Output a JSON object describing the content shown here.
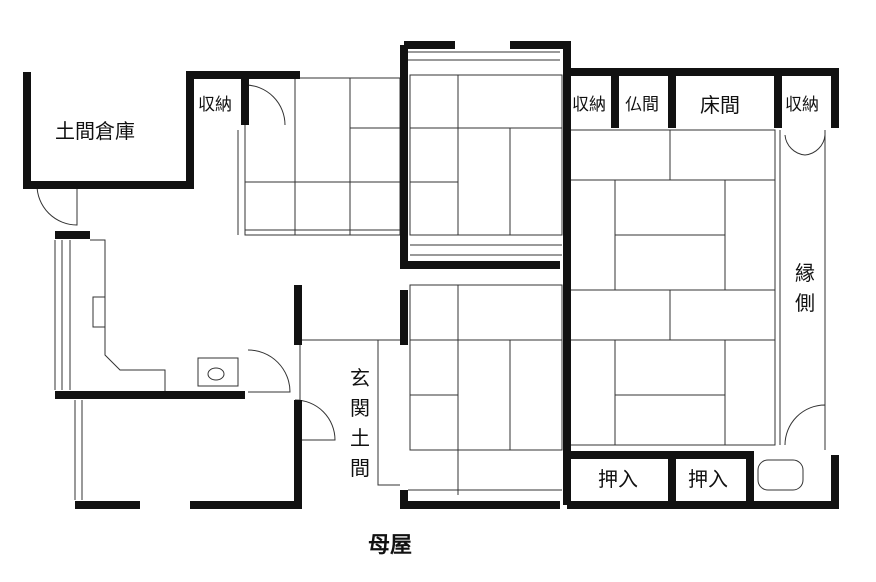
{
  "title": "母屋",
  "rooms": {
    "doma_souko": "土間倉庫",
    "shuno_left": "収納",
    "shuno_right1": "収納",
    "butsuma": "仏間",
    "tokonoma": "床間",
    "shuno_right2": "収納",
    "engawa": [
      "縁",
      "側"
    ],
    "genkan_doma": [
      "玄",
      "関",
      "土",
      "間"
    ],
    "oshiire1": "押入",
    "oshiire2": "押入"
  }
}
